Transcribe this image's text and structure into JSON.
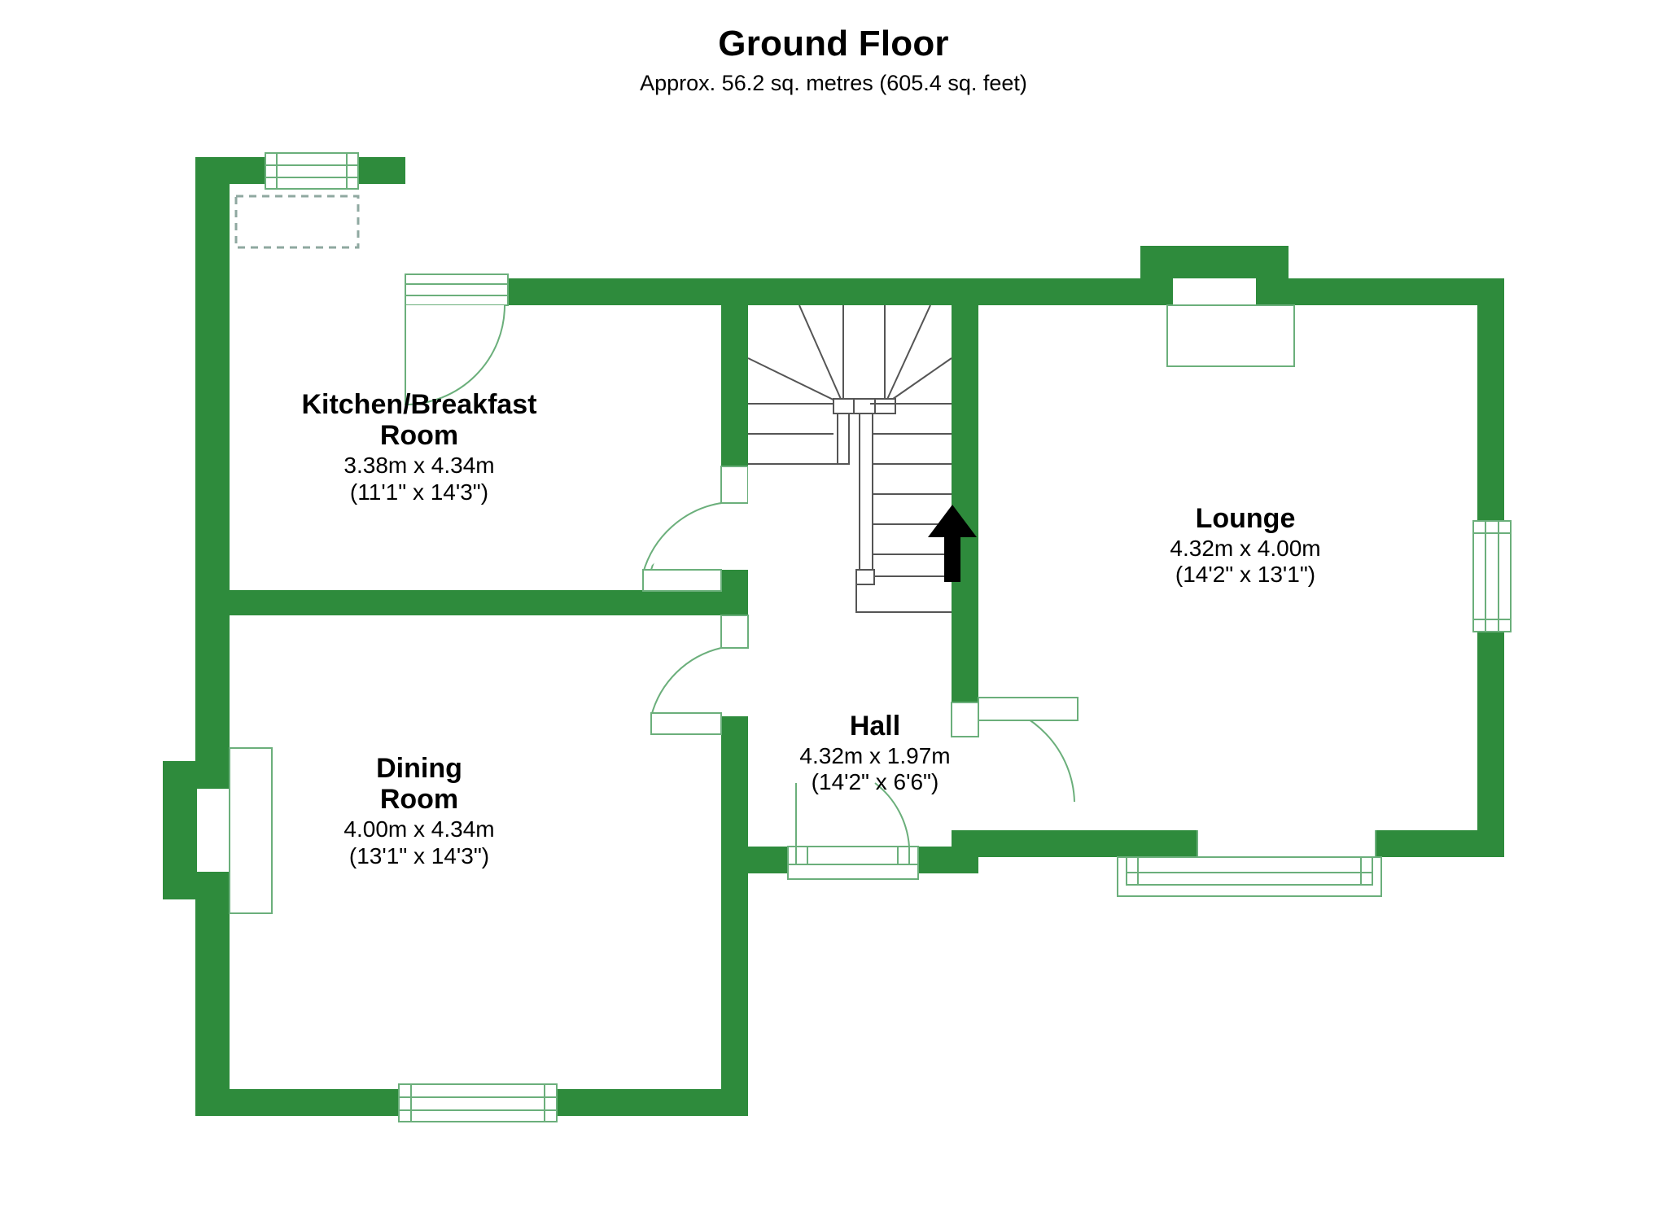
{
  "header": {
    "title": "Ground Floor",
    "subtitle": "Approx. 56.2 sq. metres (605.4 sq. feet)"
  },
  "colors": {
    "wall": "#2E8B3C",
    "fixture_line": "#6BAF7B",
    "stair_line": "#555555",
    "text": "#000000",
    "background": "#FFFFFF"
  },
  "rooms": [
    {
      "id": "kitchen-breakfast-room",
      "name_line1": "Kitchen/Breakfast",
      "name_line2": "Room",
      "dimensions_metric": "3.38m x 4.34m",
      "dimensions_imperial": "(11'1\" x 14'3\")"
    },
    {
      "id": "dining-room",
      "name_line1": "Dining",
      "name_line2": "Room",
      "dimensions_metric": "4.00m x 4.34m",
      "dimensions_imperial": "(13'1\" x 14'3\")"
    },
    {
      "id": "hall",
      "name_line1": "Hall",
      "name_line2": "",
      "dimensions_metric": "4.32m x 1.97m",
      "dimensions_imperial": "(14'2\" x 6'6\")"
    },
    {
      "id": "lounge",
      "name_line1": "Lounge",
      "name_line2": "",
      "dimensions_metric": "4.32m x 4.00m",
      "dimensions_imperial": "(14'2\" x 13'1\")"
    }
  ],
  "features": {
    "staircase_direction": "up",
    "staircase_arrow_glyph": "up-arrow",
    "windows": [
      "kitchen-north-window",
      "dining-south-window",
      "lounge-east-window",
      "lounge-bay-window-south",
      "lounge-north-recess-window",
      "dining-west-alcove"
    ],
    "doors": [
      "kitchen-entry-door",
      "hall-to-kitchen-door",
      "hall-to-dining-door",
      "hall-to-lounge-door",
      "front-door"
    ]
  }
}
